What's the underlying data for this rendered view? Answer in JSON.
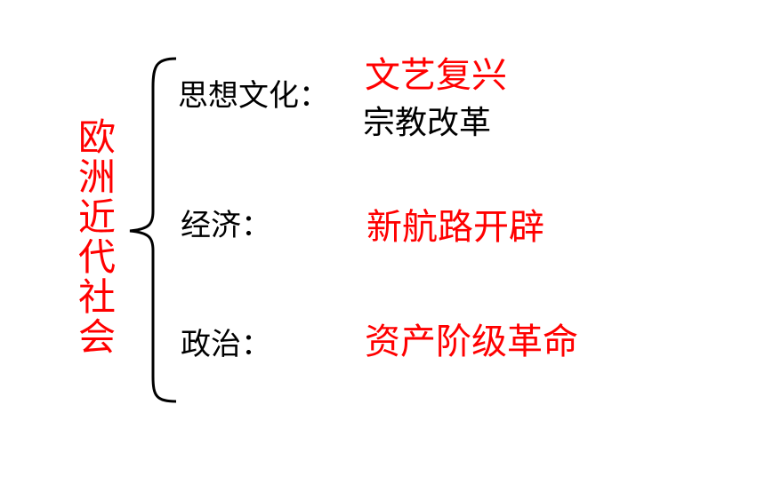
{
  "title": "欧洲近代社会",
  "categories": {
    "culture": {
      "label": "思想文化：",
      "items": [
        "文艺复兴",
        "宗教改革"
      ]
    },
    "economy": {
      "label": "经济：",
      "items": [
        "新航路开辟"
      ]
    },
    "politics": {
      "label": "政治：",
      "items": [
        "资产阶级革命"
      ]
    }
  },
  "colors": {
    "accent": "#ff0000",
    "text": "#000000"
  }
}
